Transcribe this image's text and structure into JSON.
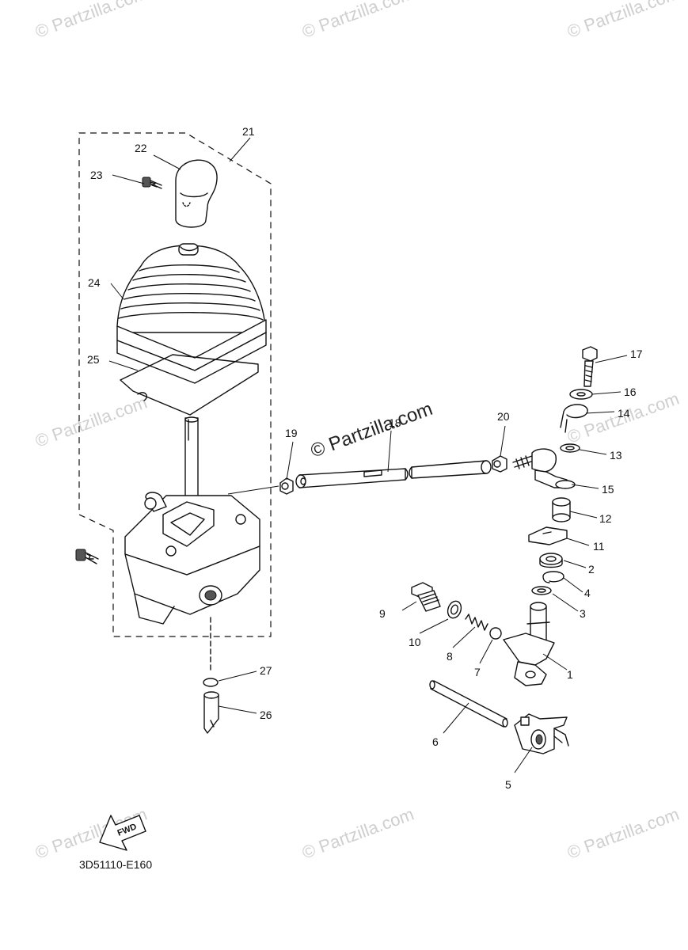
{
  "diagram_code": "3D51110-E160",
  "fwd_label": "FWD",
  "watermark_text": "© Partzilla.com",
  "center_watermark_text": "© Partzilla.com",
  "callouts": {
    "c1": "1",
    "c2": "2",
    "c3": "3",
    "c4": "4",
    "c5": "5",
    "c6": "6",
    "c7": "7",
    "c8": "8",
    "c9": "9",
    "c10": "10",
    "c11": "11",
    "c12": "12",
    "c13": "13",
    "c14": "14",
    "c15": "15",
    "c16": "16",
    "c17": "17",
    "c18": "18",
    "c19": "19",
    "c20": "20",
    "c21": "21",
    "c22": "22",
    "c23": "23",
    "c24": "24",
    "c25": "25",
    "c26": "26",
    "c27": "27"
  }
}
